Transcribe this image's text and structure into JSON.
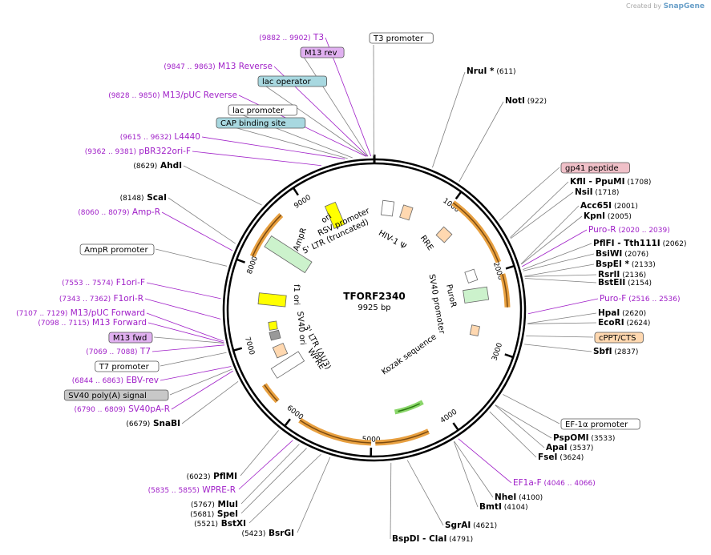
{
  "credit": {
    "prefix": "Created by",
    "brand": "SnapGene"
  },
  "plasmid": {
    "name": "TFORF2340",
    "length_label": "9925 bp",
    "length": 9925
  },
  "ticks": [
    "1000",
    "2000",
    "3000",
    "4000",
    "5000",
    "6000",
    "7000",
    "8000",
    "9000"
  ],
  "colors": {
    "primer": "#a020c8",
    "enzyme": "#000000",
    "feature_line": "#808080",
    "ampr_fill": "#ccf2cc",
    "ori_fill": "#ffff00",
    "orange_arrow": "#e8a040",
    "peach": "#ffd8b0",
    "puro_fill": "#ccf2cc",
    "misc_feature": "#ffffff"
  },
  "left_labels": [
    {
      "kind": "primer",
      "pos": "(9882 .. 9902)",
      "name": "T3"
    },
    {
      "kind": "box",
      "name": "M13 rev",
      "style": "purple"
    },
    {
      "kind": "primer",
      "pos": "(9847 .. 9863)",
      "name": "M13 Reverse"
    },
    {
      "kind": "box",
      "name": "lac operator",
      "style": "teal"
    },
    {
      "kind": "primer",
      "pos": "(9828 .. 9850)",
      "name": "M13/pUC Reverse"
    },
    {
      "kind": "box",
      "name": "lac promoter",
      "style": "white"
    },
    {
      "kind": "box",
      "name": "CAP binding site",
      "style": "teal"
    },
    {
      "kind": "primer",
      "pos": "(9615 .. 9632)",
      "name": "L4440"
    },
    {
      "kind": "primer",
      "pos": "(9362 .. 9381)",
      "name": "pBR322ori-F"
    },
    {
      "kind": "enzyme",
      "pos": "(8629)",
      "name": "AhdI"
    },
    {
      "kind": "enzyme",
      "pos": "(8148)",
      "name": "ScaI"
    },
    {
      "kind": "primer",
      "pos": "(8060 .. 8079)",
      "name": "Amp-R"
    },
    {
      "kind": "box",
      "name": "AmpR promoter",
      "style": "white"
    },
    {
      "kind": "primer",
      "pos": "(7553 .. 7574)",
      "name": "F1ori-F"
    },
    {
      "kind": "primer",
      "pos": "(7343 .. 7362)",
      "name": "F1ori-R"
    },
    {
      "kind": "primer",
      "pos": "(7107 .. 7129)",
      "name": "M13/pUC Forward"
    },
    {
      "kind": "primer",
      "pos": "(7098 .. 7115)",
      "name": "M13 Forward"
    },
    {
      "kind": "box",
      "name": "M13 fwd",
      "style": "purple"
    },
    {
      "kind": "primer",
      "pos": "(7069 .. 7088)",
      "name": "T7"
    },
    {
      "kind": "box",
      "name": "T7 promoter",
      "style": "white"
    },
    {
      "kind": "primer",
      "pos": "(6844 .. 6863)",
      "name": "EBV-rev"
    },
    {
      "kind": "box",
      "name": "SV40 poly(A) signal",
      "style": "gray"
    },
    {
      "kind": "primer",
      "pos": "(6790 .. 6809)",
      "name": "SV40pA-R"
    },
    {
      "kind": "enzyme",
      "pos": "(6679)",
      "name": "SnaBI"
    }
  ],
  "right_labels": [
    {
      "kind": "enzyme",
      "name": "gp41 peptide",
      "box": "pink"
    },
    {
      "kind": "enzyme",
      "name": "KflI",
      "name2": "PpuMI",
      "pos": "(1708)"
    },
    {
      "kind": "enzyme",
      "name": "NsiI",
      "pos": "(1718)"
    },
    {
      "kind": "enzyme",
      "name": "Acc65I",
      "pos": "(2001)"
    },
    {
      "kind": "enzyme",
      "name": "KpnI",
      "pos": "(2005)"
    },
    {
      "kind": "primer",
      "name": "Puro-R",
      "pos": "(2020 .. 2039)"
    },
    {
      "kind": "enzyme",
      "name": "PflFI",
      "name2": "Tth111I",
      "pos": "(2062)"
    },
    {
      "kind": "enzyme",
      "name": "BsiWI",
      "pos": "(2076)"
    },
    {
      "kind": "enzyme",
      "name": "BspEI *",
      "pos": "(2133)"
    },
    {
      "kind": "enzyme",
      "name": "RsrII",
      "pos": "(2136)"
    },
    {
      "kind": "enzyme",
      "name": "BstEII",
      "pos": "(2154)"
    },
    {
      "kind": "primer",
      "name": "Puro-F",
      "pos": "(2516 .. 2536)"
    },
    {
      "kind": "enzyme",
      "name": "HpaI",
      "pos": "(2620)"
    },
    {
      "kind": "enzyme",
      "name": "EcoRI",
      "pos": "(2624)"
    },
    {
      "kind": "box",
      "name": "cPPT/CTS",
      "style": "peach"
    },
    {
      "kind": "enzyme",
      "name": "SbfI",
      "pos": "(2837)"
    },
    {
      "kind": "box",
      "name": "EF-1α promoter",
      "style": "white"
    },
    {
      "kind": "enzyme",
      "name": "PspOMI",
      "pos": "(3533)"
    },
    {
      "kind": "enzyme",
      "name": "ApaI",
      "pos": "(3537)"
    },
    {
      "kind": "enzyme",
      "name": "FseI",
      "pos": "(3624)"
    },
    {
      "kind": "primer",
      "name": "EF1a-F",
      "pos": "(4046 .. 4066)"
    },
    {
      "kind": "enzyme",
      "name": "NheI",
      "pos": "(4100)"
    },
    {
      "kind": "enzyme",
      "name": "BmtI",
      "pos": "(4104)"
    },
    {
      "kind": "enzyme",
      "name": "SgrAI",
      "pos": "(4621)"
    },
    {
      "kind": "enzyme",
      "name": "BspDI",
      "name2": "ClaI",
      "pos": "(4791)"
    }
  ],
  "top_labels": [
    {
      "kind": "box",
      "name": "T3 promoter",
      "style": "white"
    },
    {
      "kind": "enzyme",
      "name": "NruI *",
      "pos": "(611)"
    },
    {
      "kind": "enzyme",
      "name": "NotI",
      "pos": "(922)"
    }
  ],
  "bottom_labels": [
    {
      "kind": "enzyme",
      "pos": "(6023)",
      "name": "PflMI"
    },
    {
      "kind": "primer",
      "pos": "(5835 .. 5855)",
      "name": "WPRE-R"
    },
    {
      "kind": "enzyme",
      "pos": "(5767)",
      "name": "MluI"
    },
    {
      "kind": "enzyme",
      "pos": "(5681)",
      "name": "SpeI"
    },
    {
      "kind": "enzyme",
      "pos": "(5521)",
      "name": "BstXI"
    },
    {
      "kind": "enzyme",
      "pos": "(5423)",
      "name": "BsrGI"
    }
  ],
  "inner_labels": [
    "RSV promoter",
    "5' LTR (truncated)",
    "HIV-1 Ψ",
    "RRE",
    "PuroR",
    "SV40 promoter",
    "Kozak sequence",
    "WPRE",
    "3' LTR (ΔU3)",
    "SV40 ori",
    "f1 ori",
    "AmpR",
    "ori"
  ]
}
